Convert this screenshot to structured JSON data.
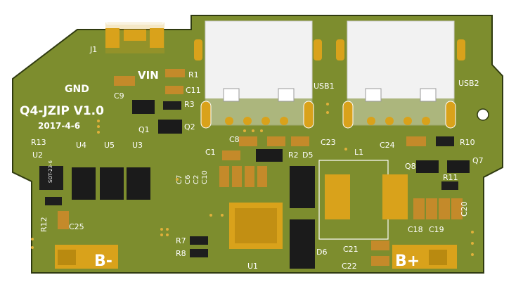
{
  "board": {
    "title": "Q4-JZIP V1.0",
    "date": "2017-4-6",
    "colors": {
      "soldermask": "#7d8d2e",
      "copper": "#d9a21b",
      "silk": "#ffffff",
      "chip": "#1b1b1b",
      "outline": "#2f3a10"
    }
  },
  "labels": {
    "gnd": "GND",
    "vin": "VIN",
    "bminus": "B-",
    "bplus": "B+",
    "usb1": "USB1",
    "usb2": "USB2"
  },
  "refs": {
    "j1": "J1",
    "r1": "R1",
    "c11": "C11",
    "r3": "R3",
    "c9": "C9",
    "q1": "Q1",
    "q2": "Q2",
    "r13": "R13",
    "u2": "U2",
    "u4": "U4",
    "u5": "U5",
    "u3": "U3",
    "r12": "R12",
    "c25": "C25",
    "c8": "C8",
    "c1": "C1",
    "r2": "R2",
    "d5": "D5",
    "c23": "C23",
    "c7": "C7",
    "c6": "C6",
    "c2": "C2",
    "c10": "C10",
    "r7": "R7",
    "r8": "R8",
    "u1": "U1",
    "d6": "D6",
    "c21": "C21",
    "c22": "C22",
    "l1": "L1",
    "c24": "C24",
    "r10": "R10",
    "q8": "Q8",
    "q7": "Q7",
    "r11": "R11",
    "c18": "C18",
    "c19": "C19",
    "c20": "C20"
  },
  "part_markings": {
    "u2_pkg": "SOT-23-6"
  }
}
